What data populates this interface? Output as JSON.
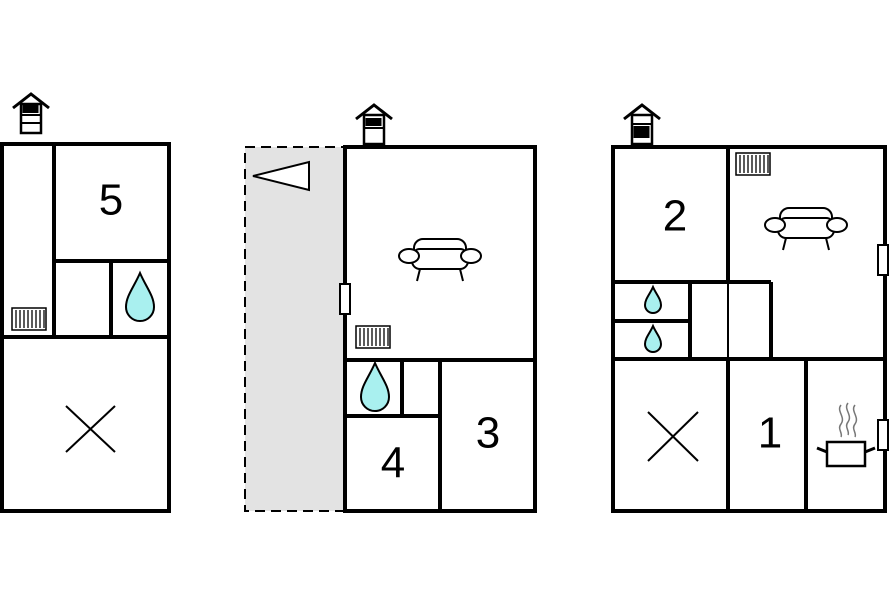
{
  "floors": [
    {
      "name": "floor-1",
      "rooms": [
        {
          "id": "5",
          "label": "5"
        }
      ]
    },
    {
      "name": "floor-2",
      "rooms": [
        {
          "id": "4",
          "label": "4"
        },
        {
          "id": "3",
          "label": "3"
        }
      ]
    },
    {
      "name": "floor-3",
      "rooms": [
        {
          "id": "2",
          "label": "2"
        },
        {
          "id": "1",
          "label": "1"
        }
      ]
    }
  ],
  "icons": {
    "level": "level-indicator-icon",
    "bedroom": "bed-cross-icon",
    "water": "water-drop-icon",
    "radiator": "radiator-icon",
    "sofa": "sofa-icon",
    "cooking": "cooking-pot-icon",
    "window": "window-icon",
    "direction": "direction-arrow-icon"
  },
  "colors": {
    "water": "#a9f0ef",
    "terrace": "#e3e3e3",
    "wall": "#000000"
  }
}
